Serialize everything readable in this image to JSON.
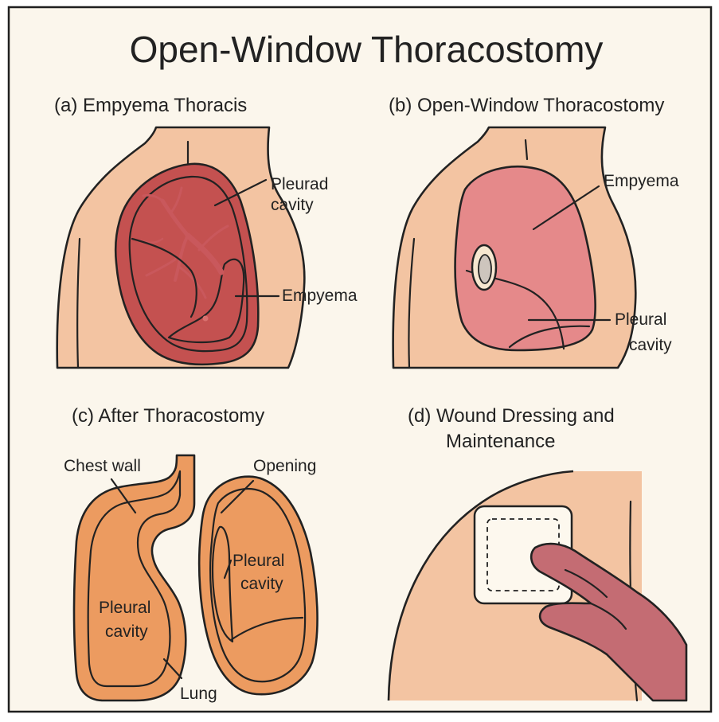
{
  "title": "Open-Window Thoracostomy",
  "panels": {
    "a": {
      "caption": "(a)  Empyema Thoracis",
      "labels": {
        "pleurad": "Pleurad",
        "cavity": "cavity",
        "empyema": "Empyema"
      }
    },
    "b": {
      "caption": "(b) Open-Window Thoracostomy",
      "labels": {
        "empyema": "Empyema",
        "pleural": "Pleural",
        "cavity": "cavity"
      }
    },
    "c": {
      "caption": "(c)  After Thoracostomy",
      "labels": {
        "chest_wall": "Chest wall",
        "opening": "Opening",
        "pleural_right": "Pleural",
        "cavity_right": "cavity",
        "pleural_left": "Pleural",
        "cavity_left": "cavity",
        "lung": "Lung"
      }
    },
    "d": {
      "caption_line1": "(d)  Wound Dressing and",
      "caption_line2": "Maintenance"
    }
  },
  "colors": {
    "background": "#fbf6ec",
    "skin": "#f3c4a2",
    "lung": "#e5898a",
    "lung_dark": "#c9585c",
    "rim": "#c45150",
    "pus": "#ead27a",
    "chest_wall": "#ec9b60",
    "hand": "#c46c73",
    "dressing": "#fdf8ee"
  }
}
